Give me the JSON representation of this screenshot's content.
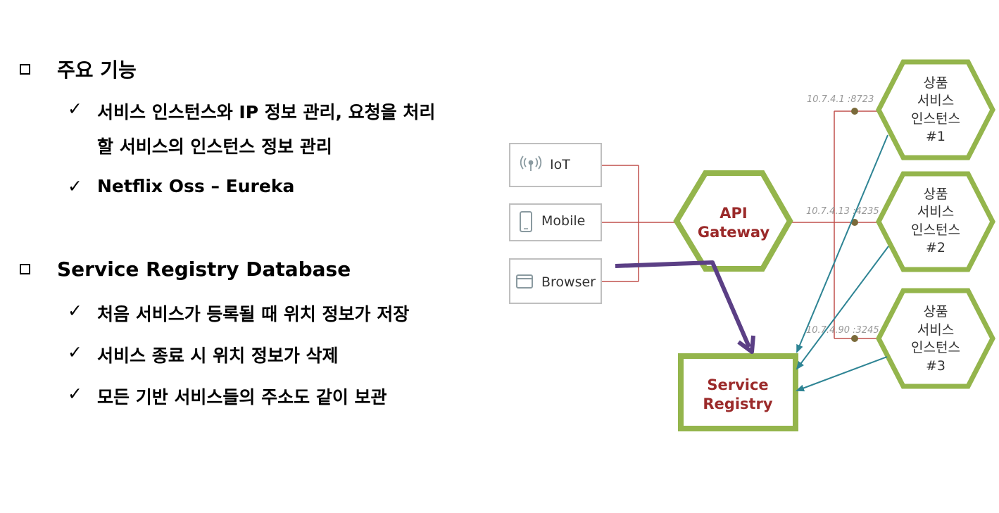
{
  "sections": [
    {
      "title": "주요 기능",
      "items": [
        "서비스 인스턴스와 IP 정보 관리, 요청을 처리",
        "Netflix Oss – Eureka"
      ],
      "continuation": "할 서비스의 인스턴스 정보 관리"
    },
    {
      "title": "Service Registry Database",
      "items": [
        "처음 서비스가 등록될 때 위치 정보가 저장",
        "서비스 종료 시 위치 정보가 삭제",
        "모든 기반 서비스들의 주소도 같이 보관"
      ]
    }
  ],
  "diagram": {
    "clients": [
      "IoT",
      "Mobile",
      "Browser"
    ],
    "gateway": [
      "API",
      "Gateway"
    ],
    "registry": [
      "Service",
      "Registry"
    ],
    "instances": [
      {
        "lines": [
          "상품",
          "서비스",
          "인스턴스",
          "#1"
        ],
        "address": "10.7.4.1 :8723"
      },
      {
        "lines": [
          "상품",
          "서비스",
          "인스턴스",
          "#2"
        ],
        "address": "10.7.4.13 :4235"
      },
      {
        "lines": [
          "상품",
          "서비스",
          "인스턴스",
          "#3"
        ],
        "address": "10.7.4.90 :3245"
      }
    ],
    "colors": {
      "hex_border": "#94b54c",
      "label_red": "#9b2a2a",
      "connector_red": "#c0504d",
      "arrow_teal": "#2e8494",
      "arrow_purple": "#5b3f85",
      "dot": "#7a6a3a"
    }
  }
}
